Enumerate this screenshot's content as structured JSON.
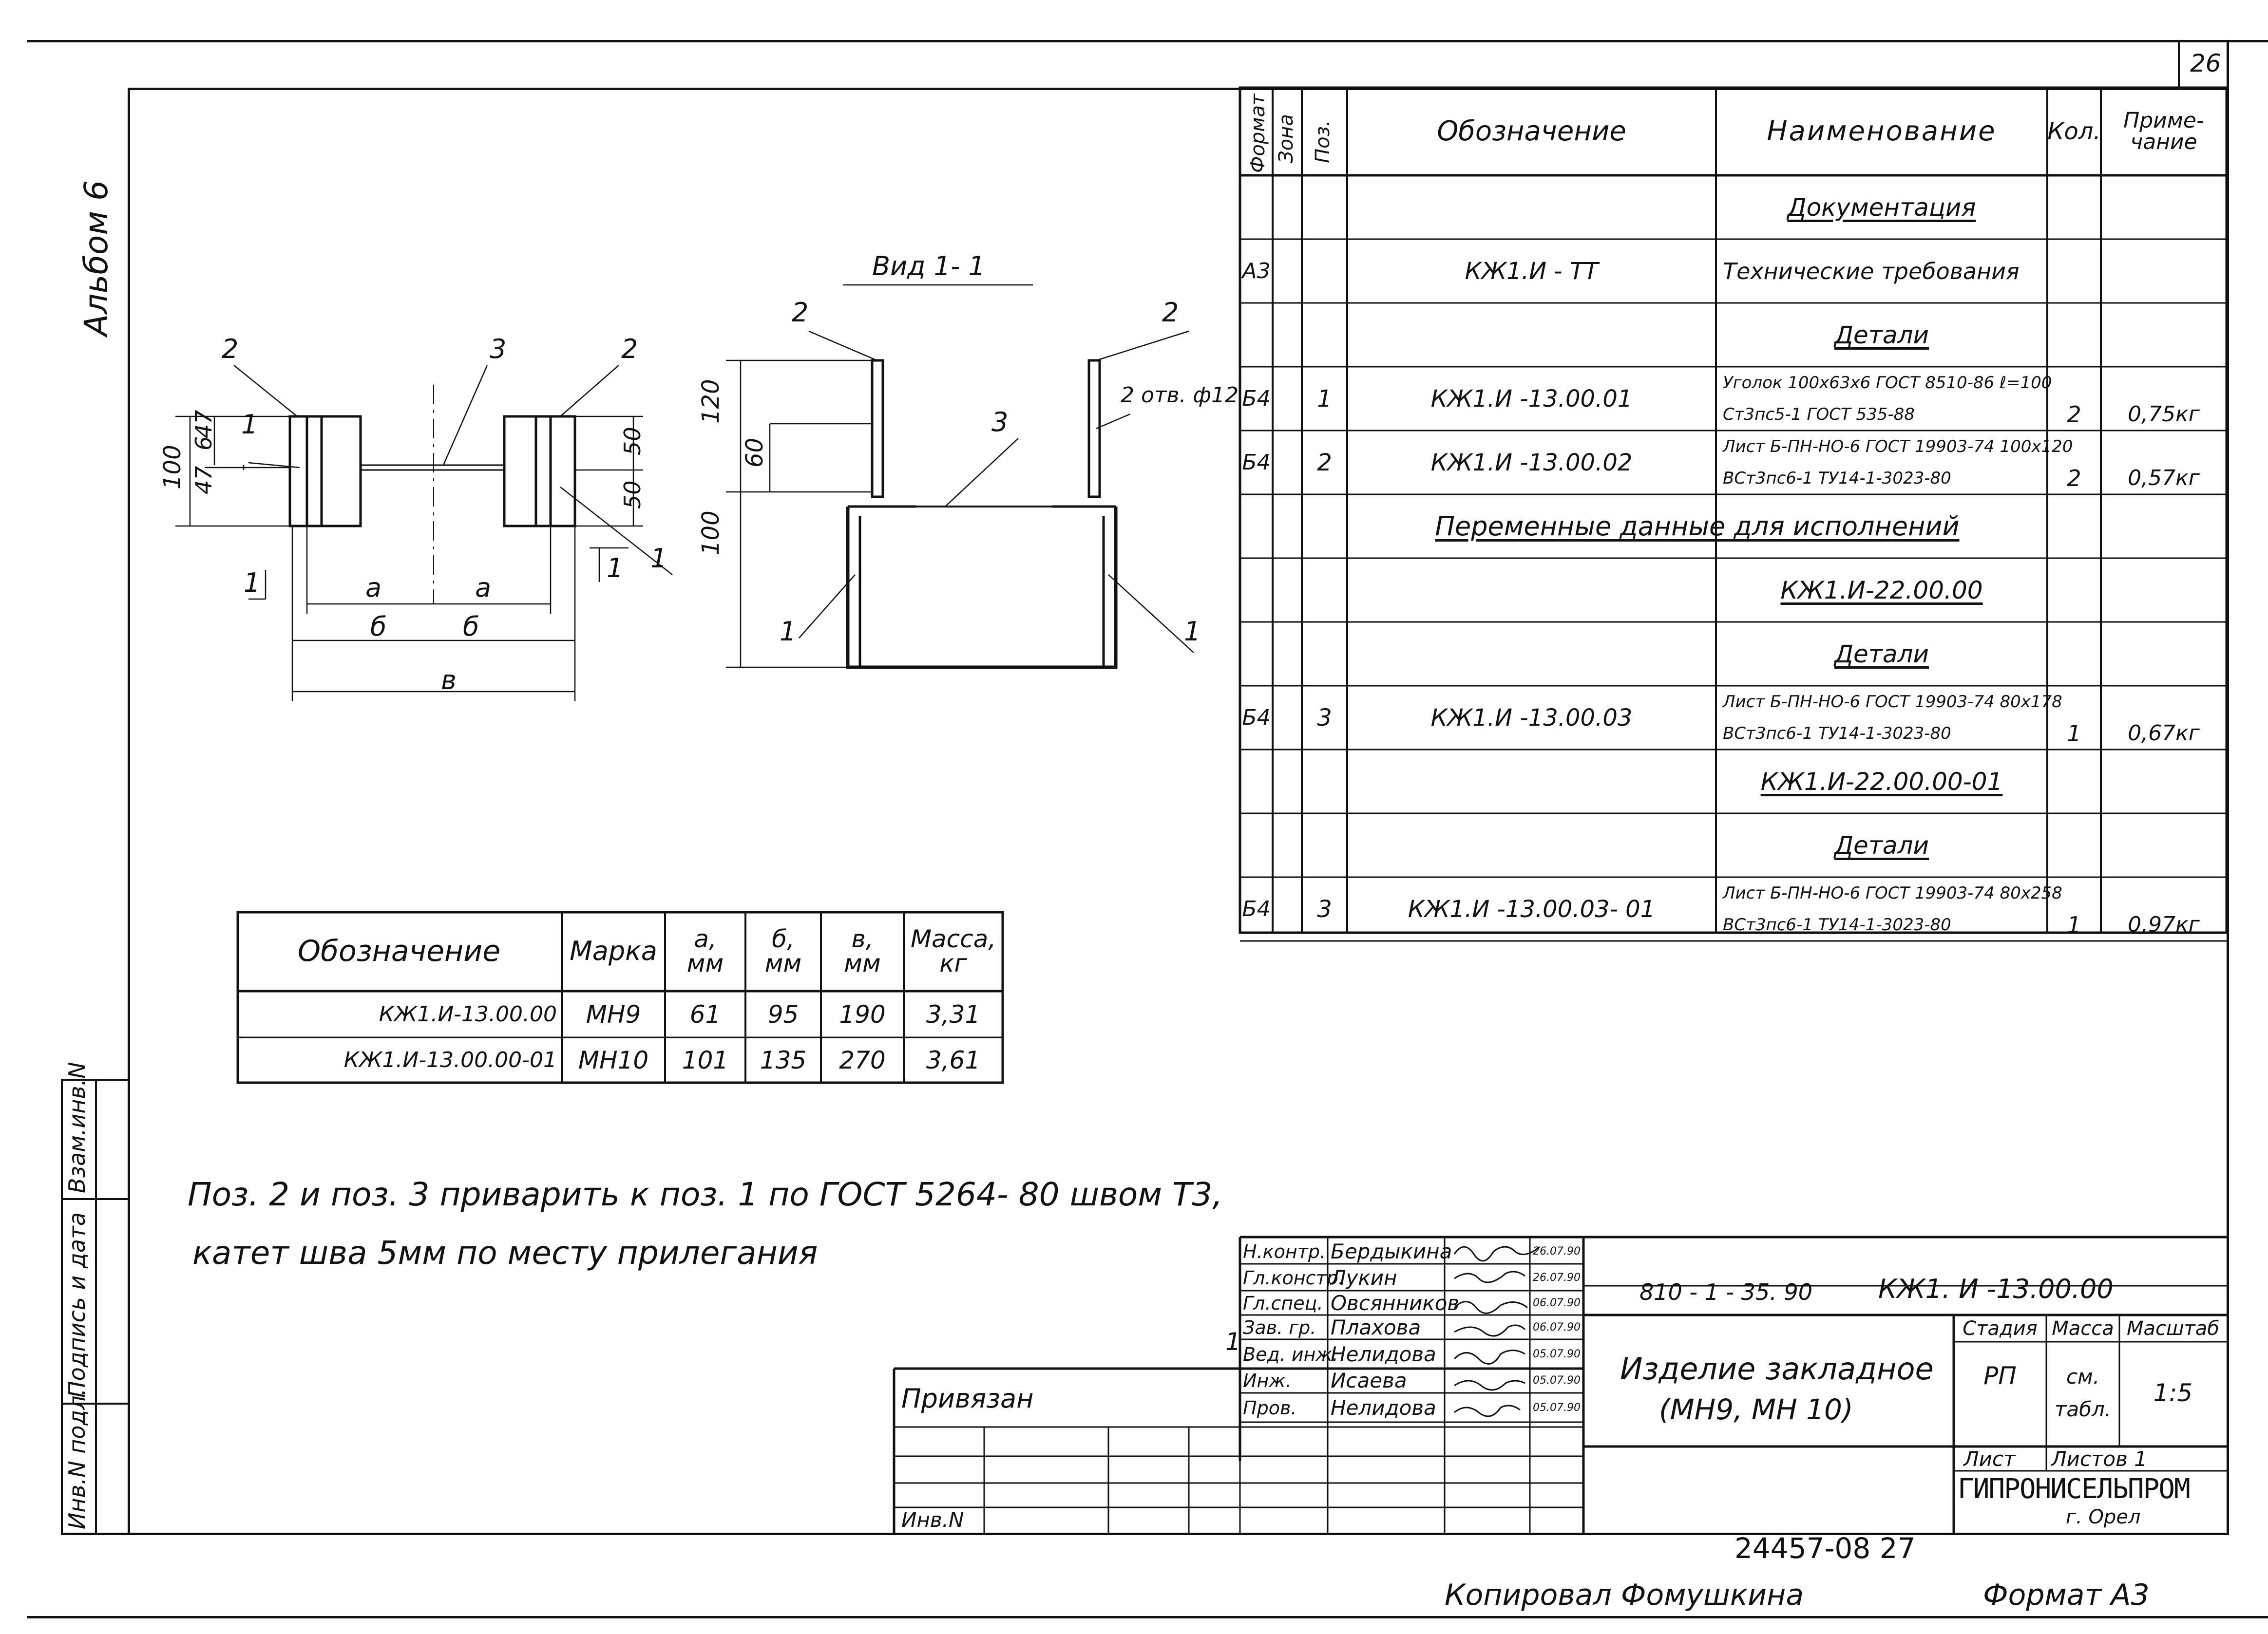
{
  "sheet": {
    "page_number": "26",
    "album_label": "Альбом 6",
    "copied_by": "Копировал  Фомушкина",
    "format_label": "Формат А3",
    "archive_number": "24457-08   27"
  },
  "side_labels": [
    "Инв.N подл.",
    "Подпись и дата",
    "Взам.инв.N"
  ],
  "spec_table": {
    "headers": {
      "format": "Формат",
      "zone": "Зона",
      "pos": "Поз.",
      "designation": "Обозначение",
      "name": "Наименование",
      "qty": "Кол.",
      "note": "Приме-чание"
    },
    "rows": [
      {
        "format": "",
        "pos": "",
        "designation": "",
        "name": "Документация",
        "name2": "",
        "qty": "",
        "note": "",
        "section": true
      },
      {
        "format": "А3",
        "pos": "",
        "designation": "КЖ1.И - ТТ",
        "name": "Технические требования",
        "name2": "",
        "qty": "",
        "note": ""
      },
      {
        "format": "",
        "pos": "",
        "designation": "",
        "name": "Детали",
        "name2": "",
        "qty": "",
        "note": "",
        "section": true
      },
      {
        "format": "Б4",
        "pos": "1",
        "designation": "КЖ1.И -13.00.01",
        "name": "Уголок 100х63х6 ГОСТ 8510-86  ℓ=100",
        "name2": "Ст3пс5-1 ГОСТ 535-88",
        "qty": "2",
        "note": "0,75кг"
      },
      {
        "format": "Б4",
        "pos": "2",
        "designation": "КЖ1.И -13.00.02",
        "name": "Лист Б-ПН-НО-6 ГОСТ 19903-74  100х120",
        "name2": "ВСт3пс6-1 ТУ14-1-3023-80",
        "qty": "2",
        "note": "0,57кг"
      },
      {
        "format": "",
        "pos": "",
        "designation": "",
        "name": "Переменные данные для исполнений",
        "name2": "",
        "qty": "",
        "note": "",
        "wide": true
      },
      {
        "format": "",
        "pos": "",
        "designation": "",
        "name": "КЖ1.И-22.00.00",
        "name2": "",
        "qty": "",
        "note": "",
        "section": true
      },
      {
        "format": "",
        "pos": "",
        "designation": "",
        "name": "Детали",
        "name2": "",
        "qty": "",
        "note": "",
        "section": true
      },
      {
        "format": "Б4",
        "pos": "3",
        "designation": "КЖ1.И -13.00.03",
        "name": "Лист Б-ПН-НО-6 ГОСТ 19903-74  80х178",
        "name2": "ВСт3пс6-1 ТУ14-1-3023-80",
        "qty": "1",
        "note": "0,67кг"
      },
      {
        "format": "",
        "pos": "",
        "designation": "",
        "name": "КЖ1.И-22.00.00-01",
        "name2": "",
        "qty": "",
        "note": "",
        "section": true
      },
      {
        "format": "",
        "pos": "",
        "designation": "",
        "name": "Детали",
        "name2": "",
        "qty": "",
        "note": "",
        "section": true
      },
      {
        "format": "Б4",
        "pos": "3",
        "designation": "КЖ1.И -13.00.03- 01",
        "name": "Лист Б-ПН-НО-6 ГОСТ 19903-74  80х258",
        "name2": "ВСт3пс6-1 ТУ14-1-3023-80",
        "qty": "1",
        "note": "0,97кг"
      }
    ]
  },
  "variants_table": {
    "headers": [
      "Обозначение",
      "Марка",
      "а, мм",
      "б, мм",
      "в, мм",
      "Масса, кг"
    ],
    "rows": [
      [
        "КЖ1.И-13.00.00",
        "МН9",
        "61",
        "95",
        "190",
        "3,31"
      ],
      [
        "КЖ1.И-13.00.00-01",
        "МН10",
        "101",
        "135",
        "270",
        "3,61"
      ]
    ]
  },
  "notes": {
    "line1": "Поз. 2 и поз. 3  приварить к поз. 1  по ГОСТ 5264- 80   швом Т3,",
    "line2": "катет шва  5мм  по   месту     прилегания"
  },
  "drawing": {
    "view_title": "Вид 1- 1",
    "hole_label": "2 отв. ф12",
    "dims_plan": [
      "100",
      "47",
      "6",
      "47",
      "50",
      "50"
    ],
    "dims_side": [
      "120",
      "60",
      "100"
    ],
    "dim_letters": [
      "а",
      "а",
      "б",
      "б",
      "в"
    ],
    "pos_labels": [
      "1",
      "2",
      "3"
    ],
    "section_mark": "1"
  },
  "title_block": {
    "roles": [
      "Н.контр.",
      "Гл.констр.",
      "Гл.спец.",
      "Зав. гр.",
      "Вед. инж.",
      "Инж.",
      "Пров."
    ],
    "names": [
      "Бердыкина",
      "Лукин",
      "Овсянников",
      "Плахова",
      "Нелидова",
      "Исаева",
      "Нелидова"
    ],
    "dates": [
      "26.07.90",
      "26.07.90",
      "06.07.90",
      "06.07.90",
      "05.07.90",
      "05.07.90",
      "05.07.90"
    ],
    "doc_code": "810 - 1 - 35. 90",
    "doc_number": "КЖ1. И -13.00.00",
    "title": "Изделие закладное",
    "subtitle": "(МН9,  МН 10)",
    "stage_header": "Стадия",
    "mass_header": "Масса",
    "scale_header": "Масштаб",
    "stage": "РП",
    "mass": "см. табл.",
    "scale": "1:5",
    "sheet_label": "Лист",
    "sheets_label": "Листов 1",
    "organization": "ГИПРОНИСЕЛЬПРОМ",
    "city": "г. Орел",
    "linked": "Привязан",
    "inv_no": "Инв.N",
    "change_mark": "1"
  }
}
